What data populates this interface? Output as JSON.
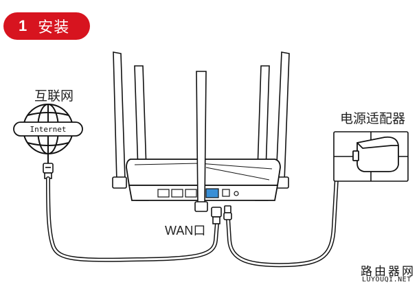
{
  "section": {
    "number": "1",
    "title": "安装"
  },
  "labels": {
    "internet": "互联网",
    "globe_text": "Internet",
    "adapter": "电源适配器",
    "wan": "WAN口"
  },
  "watermark": {
    "chinese": "路由器网",
    "english": "LUYOUQI.NET"
  },
  "colors": {
    "accent": "#d7141f",
    "wan_port": "#3a8fd6"
  }
}
